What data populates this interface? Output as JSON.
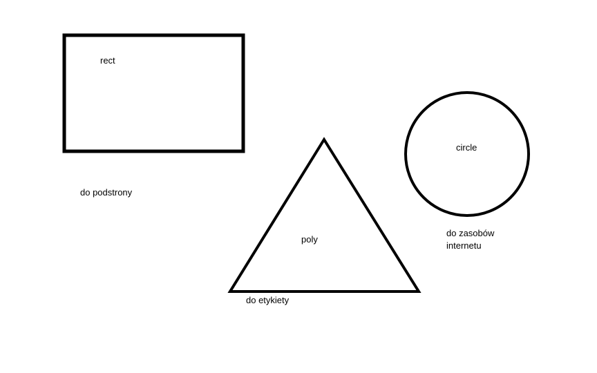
{
  "shapes": {
    "rect": {
      "label": "rect",
      "caption": "do podstrony"
    },
    "poly": {
      "label": "poly",
      "caption": "do etykiety"
    },
    "circle": {
      "label": "circle",
      "caption_lines": [
        "do zasobów",
        "internetu"
      ]
    }
  },
  "colors": {
    "stroke": "#000000",
    "background": "#ffffff"
  }
}
